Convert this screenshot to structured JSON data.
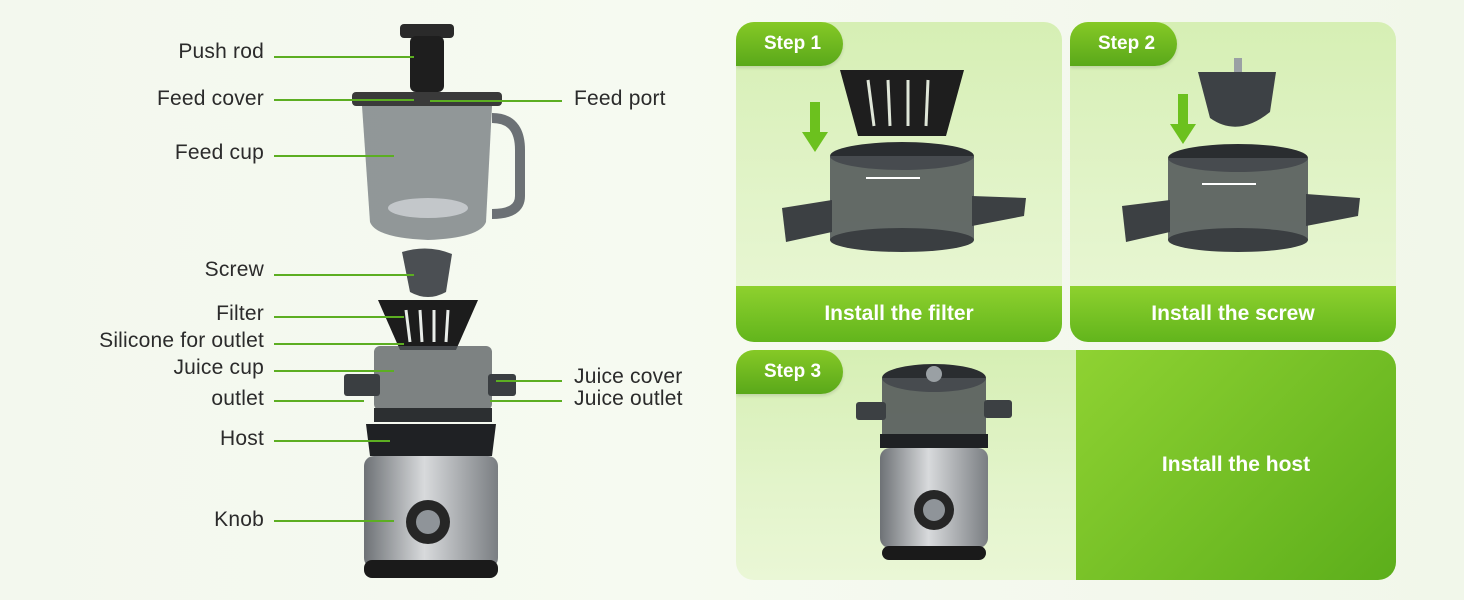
{
  "diagram": {
    "labels_left": [
      "Push rod",
      "Feed cover",
      "Feed cup",
      "Screw",
      "Filter",
      "Silicone for outlet",
      "Juice cup",
      "outlet",
      "Host",
      "Knob"
    ],
    "labels_right": [
      "Feed port",
      "Juice cover",
      "Juice outlet"
    ]
  },
  "steps": [
    {
      "badge": "Step 1",
      "caption": "Install the filter"
    },
    {
      "badge": "Step 2",
      "caption": "Install the screw"
    },
    {
      "badge": "Step 3",
      "caption": "Install the host"
    }
  ],
  "colors": {
    "accent": "#5cae22",
    "accent_light": "#8ed12e",
    "panel_bg": "#dff2c4"
  }
}
